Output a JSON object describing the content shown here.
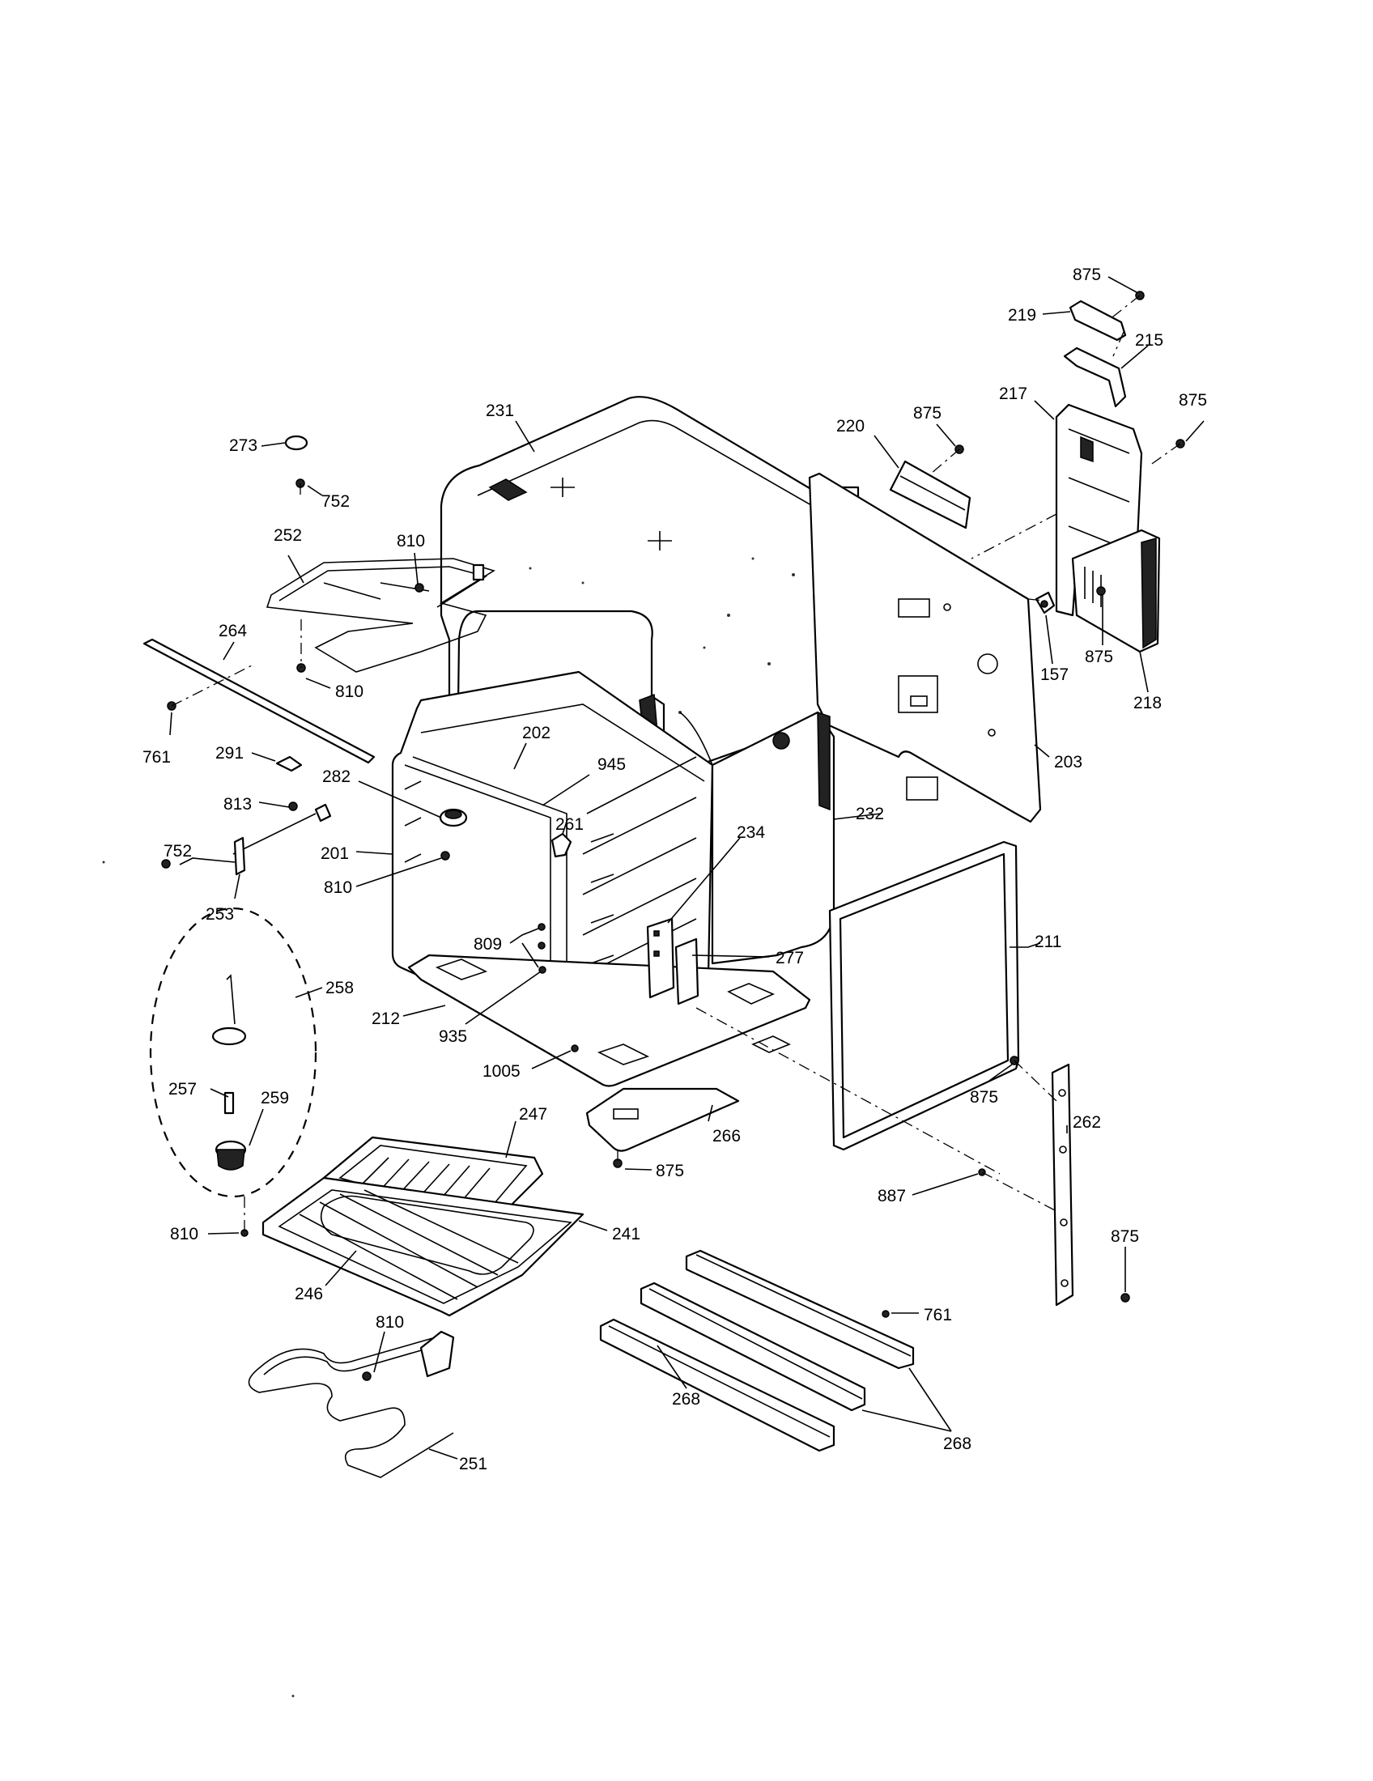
{
  "callouts": [
    {
      "id": "875-top",
      "text": "875"
    },
    {
      "id": "219",
      "text": "219"
    },
    {
      "id": "215",
      "text": "215"
    },
    {
      "id": "217",
      "text": "217"
    },
    {
      "id": "875-right",
      "text": "875"
    },
    {
      "id": "231",
      "text": "231"
    },
    {
      "id": "220",
      "text": "220"
    },
    {
      "id": "875-panel",
      "text": "875"
    },
    {
      "id": "273",
      "text": "273"
    },
    {
      "id": "752-top",
      "text": "752"
    },
    {
      "id": "252",
      "text": "252"
    },
    {
      "id": "810-top",
      "text": "810"
    },
    {
      "id": "157",
      "text": "157"
    },
    {
      "id": "875-box",
      "text": "875"
    },
    {
      "id": "218",
      "text": "218"
    },
    {
      "id": "264",
      "text": "264"
    },
    {
      "id": "810-mid",
      "text": "810"
    },
    {
      "id": "761-left",
      "text": "761"
    },
    {
      "id": "203",
      "text": "203"
    },
    {
      "id": "202",
      "text": "202"
    },
    {
      "id": "291",
      "text": "291"
    },
    {
      "id": "282",
      "text": "282"
    },
    {
      "id": "945",
      "text": "945"
    },
    {
      "id": "232",
      "text": "232"
    },
    {
      "id": "813",
      "text": "813"
    },
    {
      "id": "261",
      "text": "261"
    },
    {
      "id": "234",
      "text": "234"
    },
    {
      "id": "752-mid",
      "text": "752"
    },
    {
      "id": "201",
      "text": "201"
    },
    {
      "id": "810-cav",
      "text": "810"
    },
    {
      "id": "253",
      "text": "253"
    },
    {
      "id": "809",
      "text": "809"
    },
    {
      "id": "211",
      "text": "211"
    },
    {
      "id": "277",
      "text": "277"
    },
    {
      "id": "258",
      "text": "258"
    },
    {
      "id": "212",
      "text": "212"
    },
    {
      "id": "935",
      "text": "935"
    },
    {
      "id": "1005",
      "text": "1005"
    },
    {
      "id": "875-gasket",
      "text": "875"
    },
    {
      "id": "262",
      "text": "262"
    },
    {
      "id": "257",
      "text": "257"
    },
    {
      "id": "259",
      "text": "259"
    },
    {
      "id": "247",
      "text": "247"
    },
    {
      "id": "266",
      "text": "266"
    },
    {
      "id": "875-bottom",
      "text": "875"
    },
    {
      "id": "887",
      "text": "887"
    },
    {
      "id": "810-low",
      "text": "810"
    },
    {
      "id": "241",
      "text": "241"
    },
    {
      "id": "875-strip",
      "text": "875"
    },
    {
      "id": "246",
      "text": "246"
    },
    {
      "id": "761-bottom",
      "text": "761"
    },
    {
      "id": "810-elem",
      "text": "810"
    },
    {
      "id": "268-a",
      "text": "268"
    },
    {
      "id": "268-b",
      "text": "268"
    },
    {
      "id": "251",
      "text": "251"
    }
  ]
}
